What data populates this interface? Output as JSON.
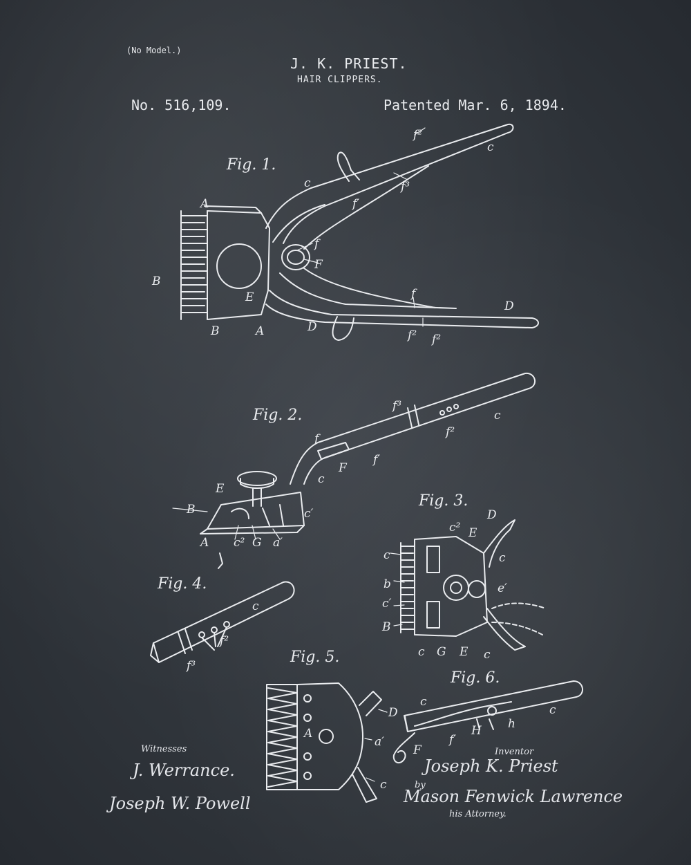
{
  "header": {
    "no_model": "(No Model.)",
    "inventor": "J. K. PRIEST.",
    "title": "HAIR CLIPPERS.",
    "patent_number": "No. 516,109.",
    "patent_date": "Patented Mar. 6, 1894."
  },
  "figures": {
    "fig1": "Fig. 1.",
    "fig2": "Fig. 2.",
    "fig3": "Fig. 3.",
    "fig4": "Fig. 4.",
    "fig5": "Fig. 5.",
    "fig6": "Fig. 6."
  },
  "signatures": {
    "witnesses_label": "Witnesses",
    "witness_1": "J. Werrance.",
    "witness_2": "Joseph W. Powell",
    "inventor_label": "Inventor",
    "inventor_signature": "Joseph K. Priest",
    "by": "by",
    "attorney_signature": "Mason Fenwick Lawrence",
    "attorney_label": "his Attorney."
  },
  "colors": {
    "chalkboard": "#2e3238",
    "chalk": "#e9ebee"
  }
}
